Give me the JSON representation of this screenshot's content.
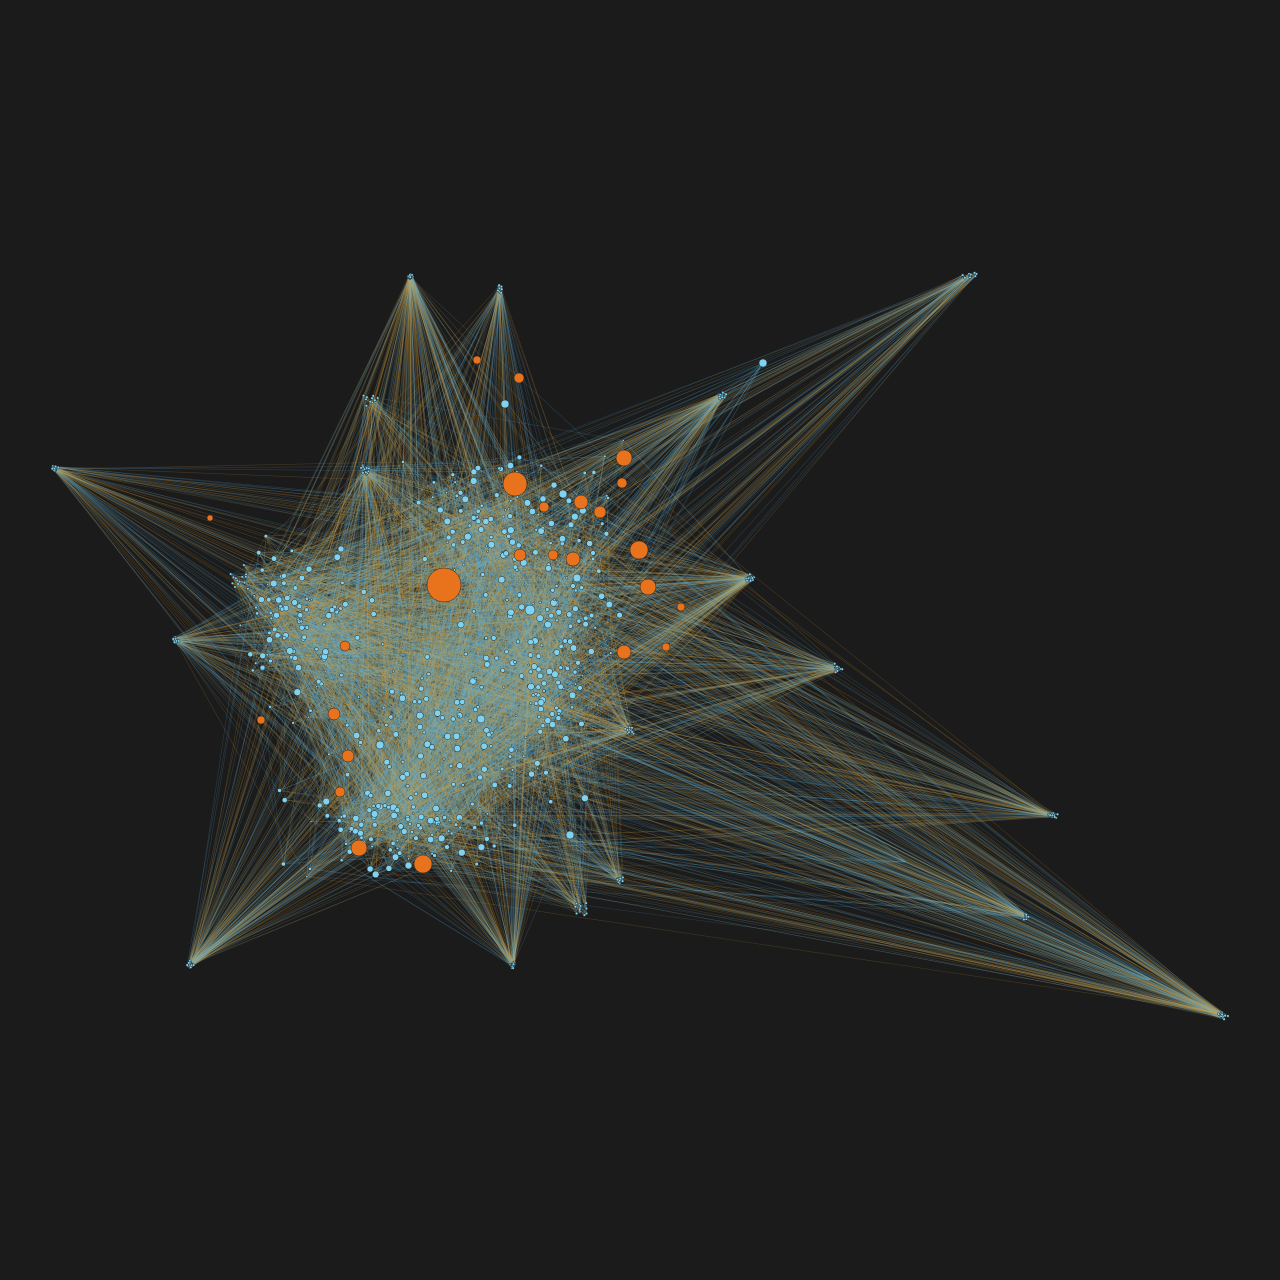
{
  "graph": {
    "kind": "network graph (force-directed layout)",
    "labels_visible": false,
    "colors": {
      "background": "#1b1b1b",
      "node_primary": "#7fd3f0",
      "node_secondary": "#e8731c",
      "edge_primary": "#5bb6e6",
      "edge_secondary": "#e0a030"
    },
    "node_categories": [
      {
        "id": "blue",
        "color": "#7fd3f0"
      },
      {
        "id": "orange",
        "color": "#e8731c"
      }
    ]
  }
}
